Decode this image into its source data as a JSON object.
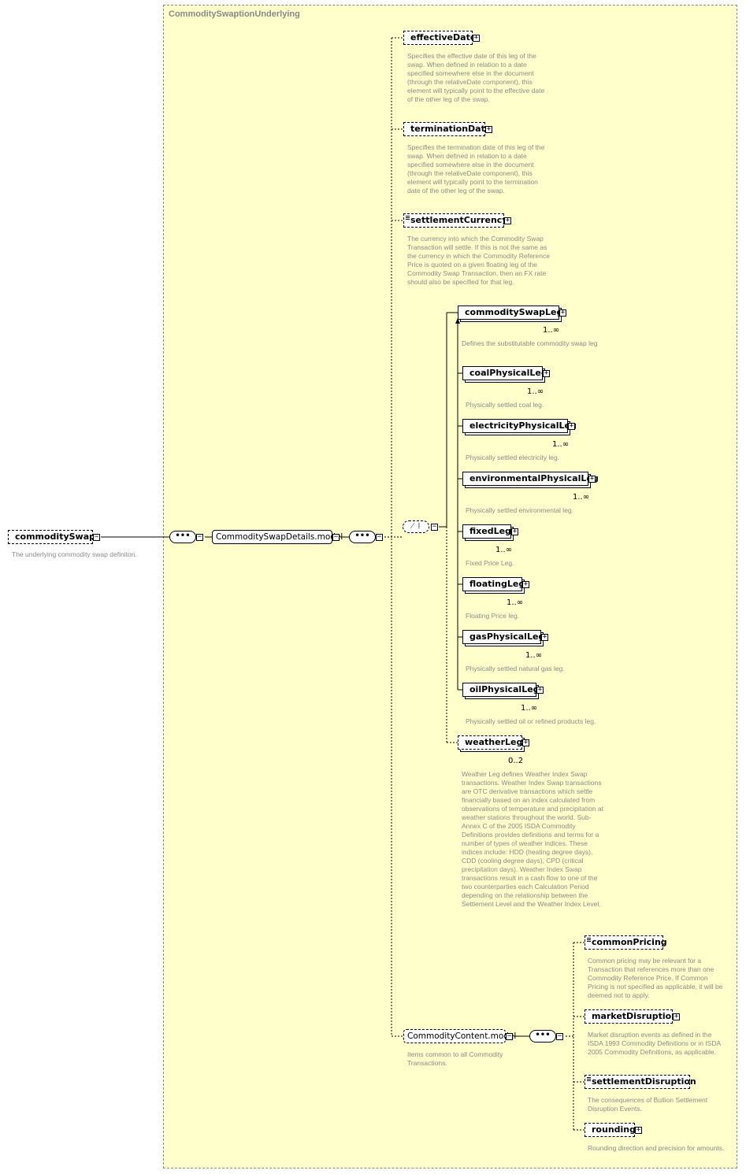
{
  "group": {
    "title": "CommoditySwaptionUnderlying"
  },
  "root": {
    "name": "commoditySwap",
    "doc": "The underlying commodity swap definiton."
  },
  "sequence_symbol": "•••",
  "choice_symbol": "⁄ ⁞",
  "plus": "+",
  "minus": "−",
  "models": {
    "details": "CommoditySwapDetails.model",
    "content": {
      "name": "CommodityContent.model",
      "doc": "Items common to all Commodity Transactions."
    }
  },
  "elements": {
    "effectiveDate": {
      "name": "effectiveDate",
      "doc": "Specifies the effective date of this leg of the swap. When defined in relation to a date specified somewhere else in the document (through the relativeDate component), this element will typically point to the effective date of the other leg of the swap."
    },
    "terminationDate": {
      "name": "terminationDate",
      "doc": "Specifies the termination date of this leg of the swap. When defined in relation to a date specified somewhere else in the document (through the relativeDate component), this element will typically point to the termination date of the other leg of the swap."
    },
    "settlementCurrency": {
      "name": "settlementCurrency",
      "doc": "The currency into which the Commodity Swap Transaction will settle. If this is not the same as the currency in which the Commodity Reference Price is quoted on a given floating leg of the Commodity Swap Transaction, then an FX rate should also be specified for that leg."
    },
    "commoditySwapLeg": {
      "name": "commoditySwapLeg",
      "card": "1..∞",
      "doc": "Defines the substitutable commodity swap leg"
    },
    "weatherLeg": {
      "name": "weatherLeg",
      "card": "0..2",
      "doc": "Weather Leg defines Weather Index Swap transactions. Weather Index Swap transactions are OTC derivative transactions which settle financially based on an index calculated from observations of temperature and precipitation at weather stations throughout the world. Sub-Annex C of the 2005 ISDA Commodity Definitions provides definitions and terms for a number of types of weather indices. These indices include: HDD (heating degree days), CDD (cooling degree days), CPD (critical precipitation days). Weather Index Swap transactions result in a cash flow to one of the two counterparties each Calculation Period depending on the relationship between the Settlement Level and the Weather Index Level."
    }
  },
  "legs": [
    {
      "name": "coalPhysicalLeg",
      "card": "1..∞",
      "doc": "Physically settled coal leg."
    },
    {
      "name": "electricityPhysicalLeg",
      "card": "1..∞",
      "doc": "Physically settled electricity leg."
    },
    {
      "name": "environmentalPhysicalLeg",
      "card": "1..∞",
      "doc": "Physically settled environmental leg."
    },
    {
      "name": "fixedLeg",
      "card": "1..∞",
      "doc": "Fixed Price Leg."
    },
    {
      "name": "floatingLeg",
      "card": "1..∞",
      "doc": "Floating Price leg."
    },
    {
      "name": "gasPhysicalLeg",
      "card": "1..∞",
      "doc": "Physically settled natural gas leg."
    },
    {
      "name": "oilPhysicalLeg",
      "card": "1..∞",
      "doc": "Physically settled oil or refined products leg."
    }
  ],
  "content_items": [
    {
      "name": "commonPricing",
      "doc": "Common pricing may be relevant for a Transaction that references more than one Commodity Reference Price. If Common Pricing is not specified as applicable, it will be deemed not to apply."
    },
    {
      "name": "marketDisruption",
      "doc": "Market disruption events as defined in the ISDA 1993 Commodity Definitions or in ISDA 2005 Commodity Definitions, as applicable."
    },
    {
      "name": "settlementDisruption",
      "doc": "The consequences of Bullion Settlement Disruption Events."
    },
    {
      "name": "rounding",
      "doc": "Rounding direction and precision for amounts."
    }
  ]
}
